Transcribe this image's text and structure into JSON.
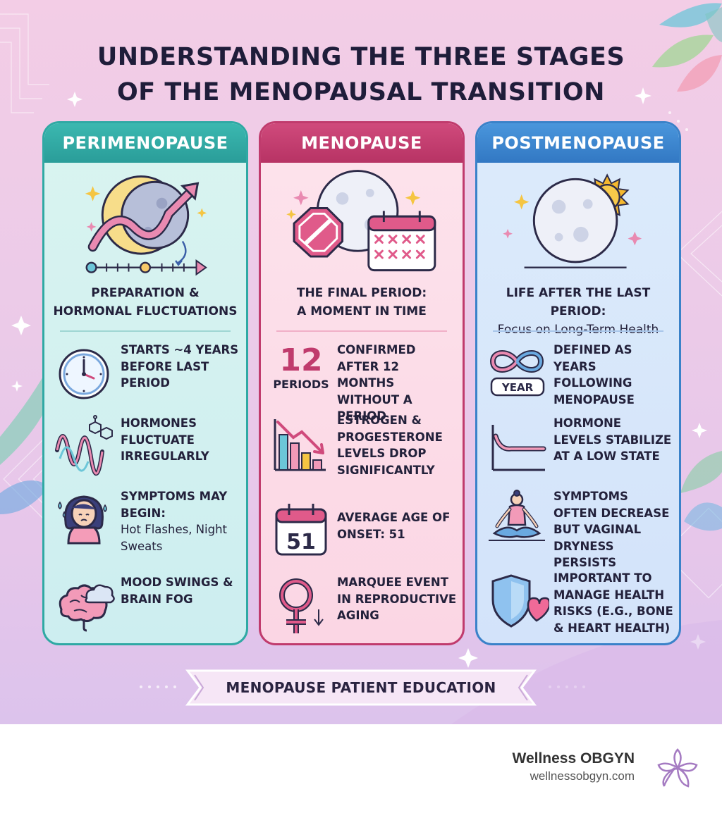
{
  "title_line1": "UNDERSTANDING THE THREE STAGES",
  "title_line2": "OF THE MENOPAUSAL TRANSITION",
  "colors": {
    "peri": "#2fa9a4",
    "meno": "#c03b6d",
    "post": "#3a82c9",
    "text": "#23213b"
  },
  "stages": [
    {
      "name": "PERIMENOPAUSE",
      "subtitle_line1": "PREPARATION &",
      "subtitle_line2": "HORMONAL FLUCTUATIONS",
      "items": [
        {
          "icon": "clock-icon",
          "text": "STARTS ~4 YEARS BEFORE LAST PERIOD"
        },
        {
          "icon": "hormone-wave-icon",
          "text": "HORMONES FLUCTUATE IRREGULARLY"
        },
        {
          "icon": "woman-sweating-icon",
          "text": "SYMPTOMS MAY BEGIN:",
          "text_lower": "Hot Flashes, Night Sweats"
        },
        {
          "icon": "brain-fog-icon",
          "text": "MOOD SWINGS & BRAIN FOG"
        }
      ]
    },
    {
      "name": "MENOPAUSE",
      "subtitle_line1": "THE FINAL PERIOD:",
      "subtitle_line2": "A MOMENT IN TIME",
      "badge_number": "12",
      "badge_label": "PERIODS",
      "calendar_number": "51",
      "items": [
        {
          "icon": "twelve-periods-icon",
          "text": "CONFIRMED AFTER 12 MONTHS WITHOUT A PERIOD"
        },
        {
          "icon": "declining-bar-chart-icon",
          "text": "ESTROGEN & PROGESTERONE LEVELS DROP SIGNIFICANTLY"
        },
        {
          "icon": "calendar-icon",
          "text": "AVERAGE AGE OF ONSET: 51"
        },
        {
          "icon": "female-symbol-icon",
          "text": "MARQUEE EVENT IN REPRODUCTIVE AGING"
        }
      ]
    },
    {
      "name": "POSTMENOPAUSE",
      "subtitle_line1": "LIFE AFTER THE LAST PERIOD:",
      "subtitle_line2": "Focus on Long-Term Health",
      "year_label": "YEAR",
      "items": [
        {
          "icon": "infinity-year-icon",
          "text": "DEFINED AS YEARS FOLLOWING MENOPAUSE"
        },
        {
          "icon": "flat-line-chart-icon",
          "text": "HORMONE LEVELS STABILIZE AT A LOW STATE"
        },
        {
          "icon": "meditation-icon",
          "text": "SYMPTOMS OFTEN DECREASE BUT VAGINAL DRYNESS PERSISTS"
        },
        {
          "icon": "shield-heart-icon",
          "text": "IMPORTANT TO MANAGE HEALTH RISKS (E.G., BONE & HEART HEALTH)"
        }
      ]
    }
  ],
  "footer": "MENOPAUSE PATIENT EDUCATION",
  "brand": {
    "name": "Wellness OBGYN",
    "url": "wellnessobgyn.com",
    "logo_icon": "flower-logo-icon"
  }
}
